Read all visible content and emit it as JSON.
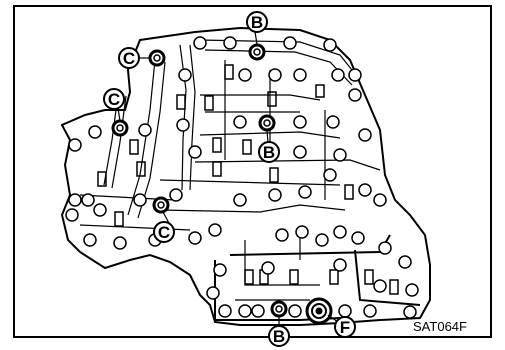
{
  "figure": {
    "code": "SAT064F",
    "callouts": [
      "B",
      "C",
      "C",
      "B",
      "C",
      "B",
      "F"
    ],
    "colors": {
      "line": "#000000",
      "background": "#ffffff"
    }
  }
}
